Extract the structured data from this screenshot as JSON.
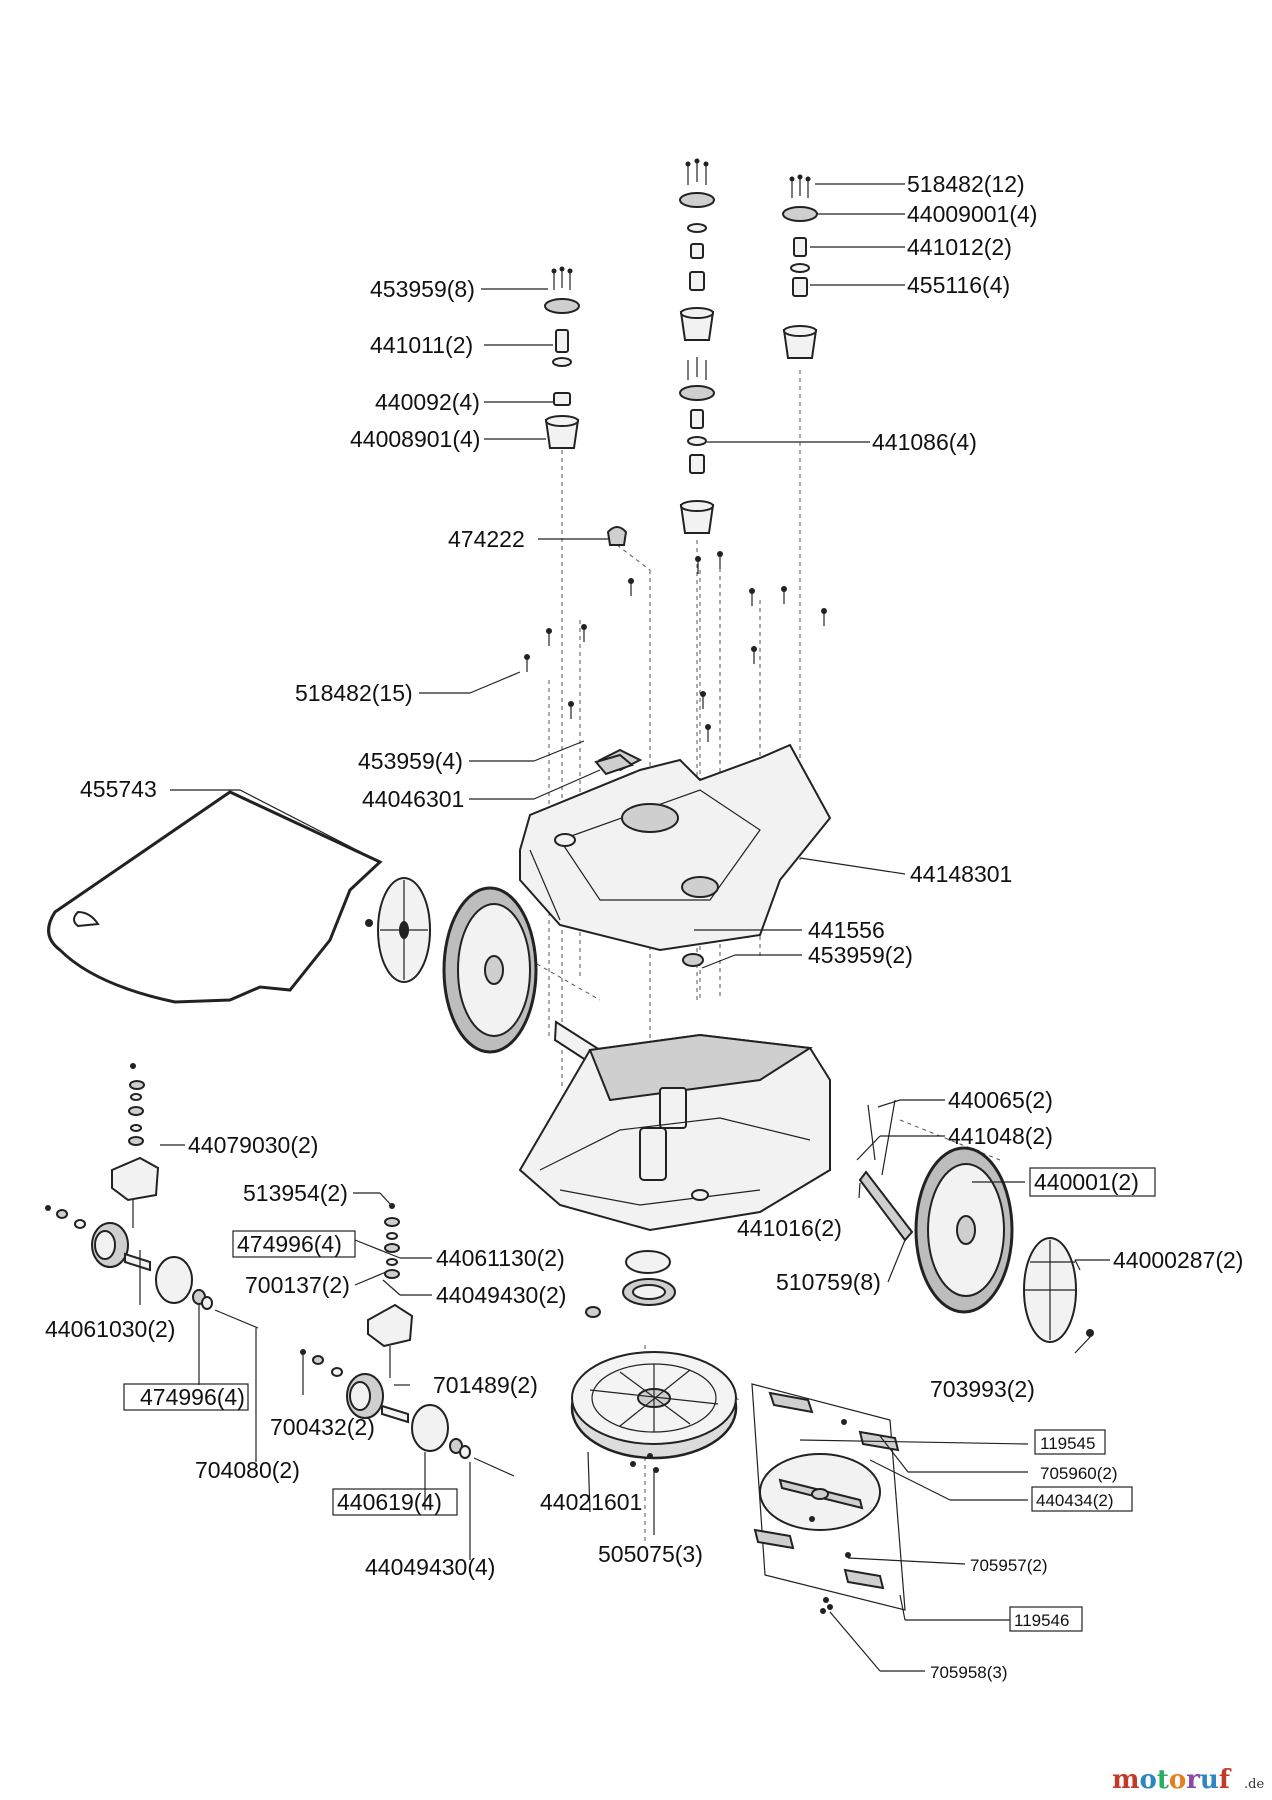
{
  "labels": {
    "l_518482_12": "518482(12)",
    "l_44009001_4": "44009001(4)",
    "l_441012_2": "441012(2)",
    "l_455116_4": "455116(4)",
    "l_453959_8": "453959(8)",
    "l_441011_2": "441011(2)",
    "l_440092_4": "440092(4)",
    "l_44008901_4": "44008901(4)",
    "l_441086_4": "441086(4)",
    "l_474222": "474222",
    "l_518482_15": "518482(15)",
    "l_453959_4": "453959(4)",
    "l_44046301": "44046301",
    "l_455743": "455743",
    "l_44148301": "44148301",
    "l_441556": "441556",
    "l_453959_2": "453959(2)",
    "l_440065_2": "440065(2)",
    "l_441048_2": "441048(2)",
    "l_440001_2": "440001(2)",
    "l_44079030_2": "44079030(2)",
    "l_513954_2": "513954(2)",
    "l_474996_4_a": "474996(4)",
    "l_44061130_2": "44061130(2)",
    "l_700137_2": "700137(2)",
    "l_44049430_2": "44049430(2)",
    "l_441016_2": "441016(2)",
    "l_44000287_2": "44000287(2)",
    "l_510759_8": "510759(8)",
    "l_44061030_2": "44061030(2)",
    "l_474996_4_b": "474996(4)",
    "l_701489_2": "701489(2)",
    "l_700432_2": "700432(2)",
    "l_703993_2": "703993(2)",
    "l_704080_2": "704080(2)",
    "l_119545": "119545",
    "l_705960_2": "705960(2)",
    "l_440434_2": "440434(2)",
    "l_440619_4": "440619(4)",
    "l_44021601": "44021601",
    "l_505075_3": "505075(3)",
    "l_705957_2": "705957(2)",
    "l_119546": "119546",
    "l_44049430_4": "44049430(4)",
    "l_705958_3": "705958(3)"
  },
  "brand": {
    "name": "motoruf",
    "suffix": ".de",
    "colors": {
      "m": "#c0392b",
      "o1": "#2e86c1",
      "t": "#27ae60",
      "o2": "#e67e22",
      "r": "#8e44ad",
      "u": "#2e86c1",
      "f": "#c0392b",
      "suffix": "#333333"
    }
  }
}
